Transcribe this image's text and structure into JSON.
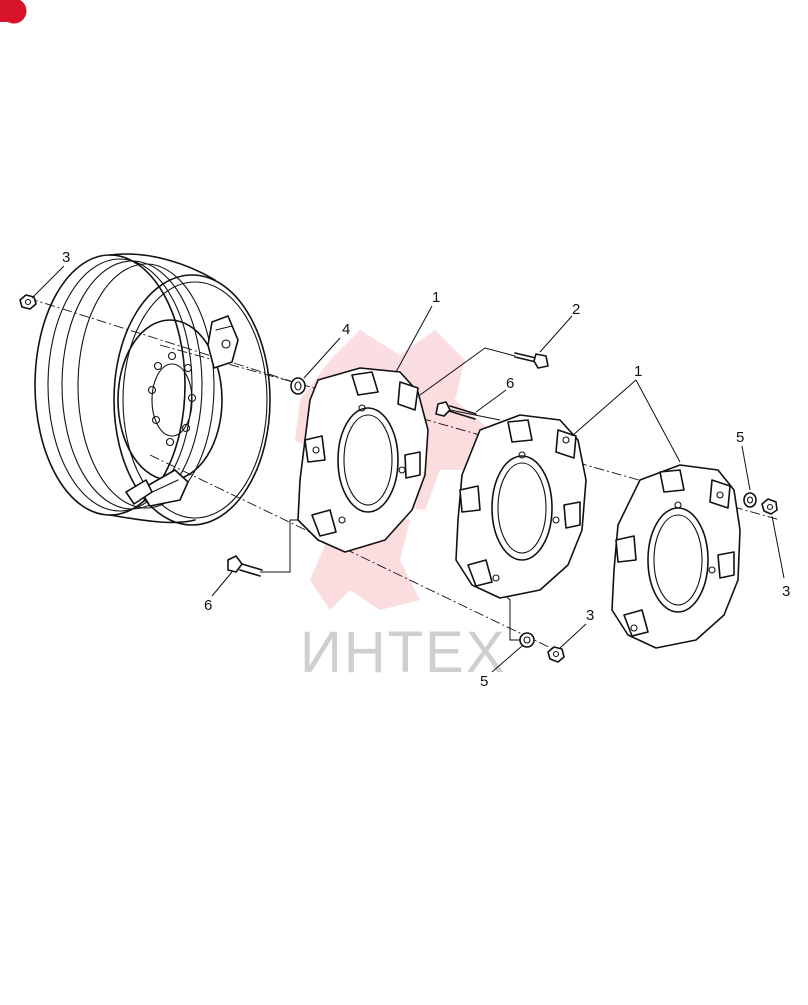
{
  "watermark": {
    "text": "ИНТЕХ",
    "color": "#f4a0a8"
  },
  "corner_badge_color": "#d8142a",
  "callouts": [
    {
      "id": "c3a",
      "label": "3"
    },
    {
      "id": "c1a",
      "label": "1"
    },
    {
      "id": "c4",
      "label": "4"
    },
    {
      "id": "c2",
      "label": "2"
    },
    {
      "id": "c6a",
      "label": "6"
    },
    {
      "id": "c1b",
      "label": "1"
    },
    {
      "id": "c5a",
      "label": "5"
    },
    {
      "id": "c3b",
      "label": "3"
    },
    {
      "id": "c6b",
      "label": "6"
    },
    {
      "id": "c3c",
      "label": "3"
    },
    {
      "id": "c5b",
      "label": "5"
    }
  ],
  "parts_icons": [
    "wheel-rim-icon",
    "wheel-weight-icon",
    "bolt-icon",
    "nut-icon",
    "washer-icon"
  ]
}
